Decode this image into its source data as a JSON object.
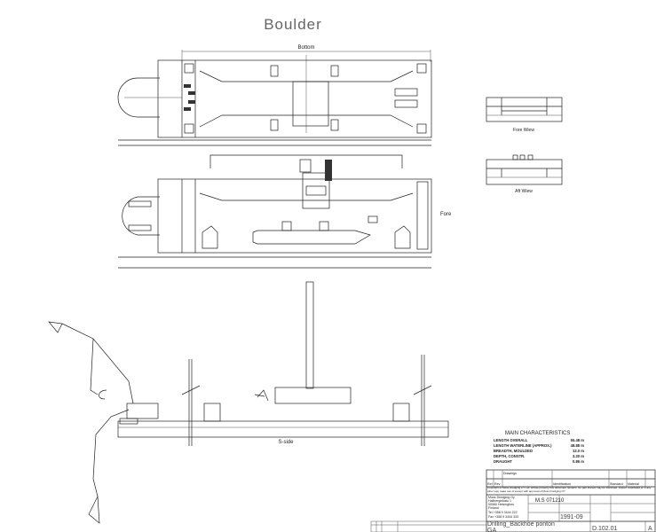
{
  "drawing": {
    "title": "Boulder",
    "views": {
      "bottom_label": "Bottom",
      "fore_label": "Fore",
      "fore_view_label": "Fore Wiew",
      "aft_view_label": "Aft Wiew",
      "side_label": "S-side"
    },
    "main_characteristics": {
      "heading": "MAIN CHARACTERISTICS",
      "rows": [
        {
          "label": "LENGTH OVERALL",
          "value": "55.48 m"
        },
        {
          "label": "LENGTH WATERLINE (APPROX.)",
          "value": "48.88 m"
        },
        {
          "label": "BREADTH, MOULDED",
          "value": "13.0 m"
        },
        {
          "label": "DEPTH, CONSTR.",
          "value": "3.20 m"
        },
        {
          "label": "DRAUGHT",
          "value": "0.86 m"
        }
      ]
    },
    "title_block": {
      "header_row": [
        "Ref",
        "Rev",
        "Drawings",
        "Identification",
        "Standard",
        "Material"
      ],
      "copyright": "Copyright of Moss Dredging OY Ltd, whose property this document remains. No part thereof may be disclosed, copied, duplicated or in any other way make use of except with approval of Moss Dredging OY",
      "company": [
        "Moss Dredging Oy",
        "Hallberginkatu 1",
        "00560 Helsingfors",
        "Finland",
        "Tel +358 9 3444 222",
        "Fax +358 9 3444 333"
      ],
      "drawn_by": "M.S 071210",
      "date": "1991-09",
      "drawing_title": "Drilling_Backhoe ponton",
      "drawing_subtitle": "GA",
      "drawing_number": "D.102.01",
      "revision": "A"
    }
  }
}
